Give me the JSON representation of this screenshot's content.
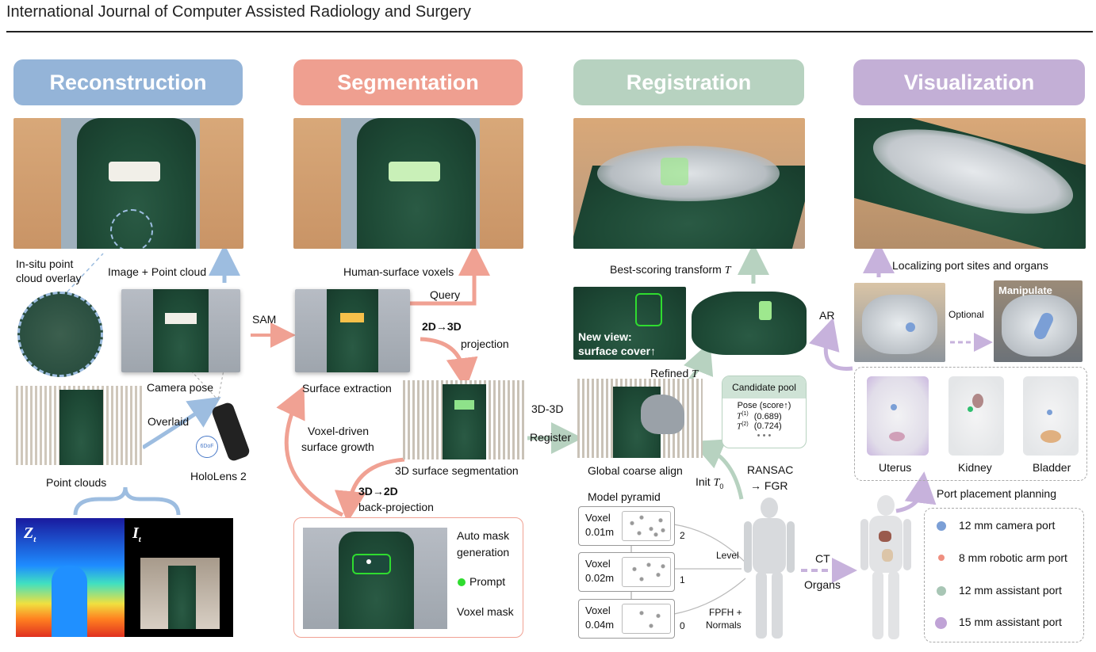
{
  "journal": "International Journal of Computer Assisted Radiology and Surgery",
  "headers": {
    "reconstruction": "Reconstruction",
    "segmentation": "Segmentation",
    "registration": "Registration",
    "visualization": "Visualization"
  },
  "colors": {
    "reconstruction": "#94b4d8",
    "segmentation": "#ef9f90",
    "registration": "#b7d2c0",
    "visualization": "#c3afd6",
    "arrow_blue": "#9dbde0",
    "arrow_red": "#f0a193",
    "arrow_green": "#b7d2c0",
    "arrow_purple": "#c7b2dc",
    "drape": "#1e4a36"
  },
  "reconstruction": {
    "insitu_1": "In-situ point",
    "insitu_2": "cloud overlay",
    "image_point_cloud": "Image + Point cloud",
    "camera_pose": "Camera pose",
    "overlaid": "Overlaid",
    "point_clouds": "Point clouds",
    "hololens": "HoloLens 2",
    "depth_label": "Z",
    "depth_sub": "t",
    "intensity_label": "I",
    "intensity_sub": "t"
  },
  "segmentation": {
    "sam": "SAM",
    "human_surface_voxels": "Human-surface voxels",
    "query": "Query",
    "proj_2d3d": "2D→3D",
    "projection": "projection",
    "surface_extraction": "Surface extraction",
    "voxel_driven_1": "Voxel-driven",
    "voxel_driven_2": "surface growth",
    "surface_seg": "3D surface segmentation",
    "proj_3d2d": "3D→2D",
    "back_projection": "back-projection",
    "auto_mask_1": "Auto mask",
    "auto_mask_2": "generation",
    "prompt": "Prompt",
    "voxel_mask": "Voxel mask"
  },
  "registration": {
    "best_scoring": "Best-scoring transform",
    "best_T": "T",
    "new_view_1": "New view:",
    "new_view_2": "surface cover↑",
    "refined": "Refined",
    "refined_T": "T",
    "candidate_pool": "Candidate pool",
    "pose_header": "Pose  (score↑)",
    "t1": "T",
    "t1_sup": "(1)",
    "t1_score": "(0.689)",
    "t2": "T",
    "t2_sup": "(2)",
    "t2_score": "(0.724)",
    "ellipsis": "•  •  •",
    "reg_1": "3D-3D",
    "reg_2": "Register",
    "global_align": "Global coarse align",
    "init": "Init",
    "init_T": "T",
    "init_sub": "0",
    "ransac_1": "RANSAC",
    "ransac_2": "→ FGR",
    "model_pyramid": "Model pyramid",
    "voxels": [
      {
        "name": "Voxel",
        "size": "0.01m",
        "level": "2"
      },
      {
        "name": "Voxel",
        "size": "0.02m",
        "level": "1"
      },
      {
        "name": "Voxel",
        "size": "0.04m",
        "level": "0"
      }
    ],
    "level": "Level",
    "fpfh_1": "FPFH +",
    "fpfh_2": "Normals",
    "ct": "CT",
    "organs": "Organs"
  },
  "visualization": {
    "localizing": "Localizing port sites and organs",
    "ar": "AR",
    "optional": "Optional",
    "manipulate": "Manipulate",
    "organs": [
      "Uterus",
      "Kidney",
      "Bladder"
    ],
    "port_planning": "Port placement planning",
    "legend": [
      {
        "label": "12 mm camera port",
        "color": "#7b9fd6"
      },
      {
        "label": "8 mm robotic arm port",
        "color": "#ef8f80"
      },
      {
        "label": "12 mm assistant port",
        "color": "#a8c6b5"
      },
      {
        "label": "15 mm assistant port",
        "color": "#c0a3d6"
      }
    ]
  }
}
